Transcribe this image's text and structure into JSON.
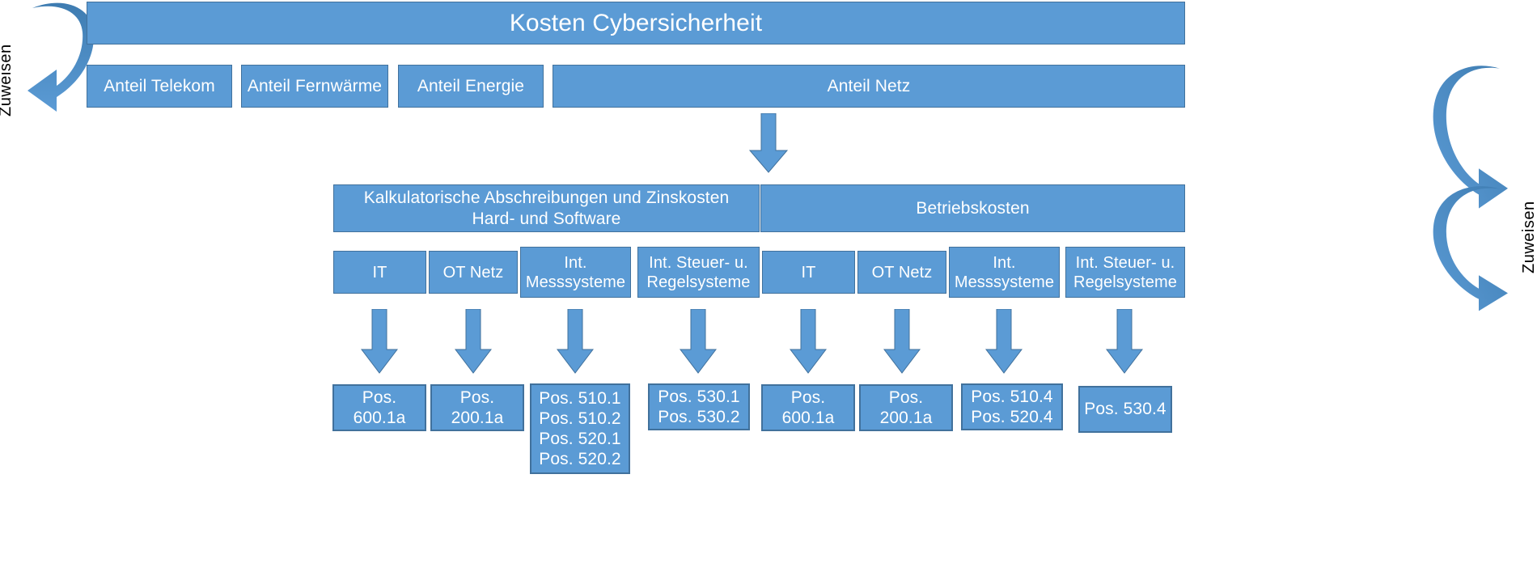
{
  "diagram": {
    "title": "Kosten Cybersicherheit",
    "accent_color": "#5b9bd5",
    "border_color": "#41719c",
    "arrow_fill": "#5b9bd5",
    "arrow_dark": "#3c7cb4",
    "text_color": "#ffffff",
    "background": "#ffffff"
  },
  "labels": {
    "assign_left": "Zuweisen",
    "assign_right": "Zuweisen"
  },
  "level1": {
    "title": "Kosten Cybersicherheit"
  },
  "level2": [
    {
      "label": "Anteil Telekom"
    },
    {
      "label": "Anteil Fernwärme"
    },
    {
      "label": "Anteil Energie"
    },
    {
      "label": "Anteil Netz"
    }
  ],
  "level3": [
    {
      "label": "Kalkulatorische Abschreibungen und Zinskosten Hard- und Software"
    },
    {
      "label": "Betriebskosten"
    }
  ],
  "level4": [
    {
      "label": "IT"
    },
    {
      "label": "OT Netz"
    },
    {
      "label": "Int.\nMesssysteme"
    },
    {
      "label": "Int. Steuer- u.\nRegelsysteme"
    },
    {
      "label": "IT"
    },
    {
      "label": "OT Netz"
    },
    {
      "label": "Int.\nMesssysteme"
    },
    {
      "label": "Int. Steuer- u.\nRegelsysteme"
    }
  ],
  "level5": [
    {
      "label": "Pos.\n600.1a"
    },
    {
      "label": "Pos.\n200.1a"
    },
    {
      "label": "Pos. 510.1\nPos. 510.2\nPos. 520.1\nPos. 520.2"
    },
    {
      "label": "Pos. 530.1\nPos. 530.2"
    },
    {
      "label": "Pos.\n600.1a"
    },
    {
      "label": "Pos.\n200.1a"
    },
    {
      "label": "Pos. 510.4\nPos. 520.4"
    },
    {
      "label": "Pos. 530.4"
    }
  ]
}
